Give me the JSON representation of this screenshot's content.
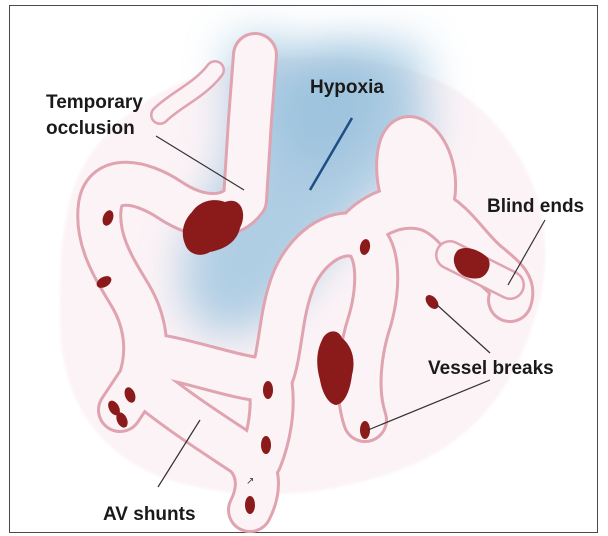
{
  "labels": {
    "hypoxia": "Hypoxia",
    "temporary_line1": "Temporary",
    "temporary_line2": "occlusion",
    "blind_ends": "Blind ends",
    "vessel_breaks": "Vessel breaks",
    "av_shunts": "AV shunts",
    "small_mark": "↗"
  },
  "colors": {
    "vessel_wall": "#e0a3b0",
    "vessel_fill": "#fbf3f6",
    "hypoxia": "#9cc4df",
    "clot": "#8b1a1a",
    "pointer": "#333333",
    "hypoxia_pointer": "#1f4e86"
  }
}
